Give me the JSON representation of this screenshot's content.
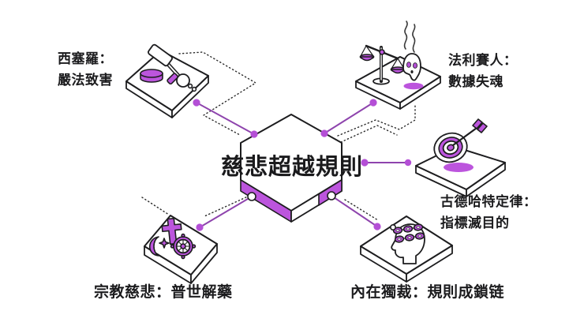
{
  "center": {
    "title": "慈悲超越規則"
  },
  "nodes": [
    {
      "id": "cicero",
      "icon": "gavel-icon",
      "lines": [
        "西塞羅：",
        "嚴法致害"
      ]
    },
    {
      "id": "pharisees",
      "icon": "scales-ghost-icon",
      "lines": [
        "法利賽人：",
        "數據失魂"
      ]
    },
    {
      "id": "goodhart",
      "icon": "dart-target-icon",
      "lines": [
        "古德哈特定律：",
        "指標滅目的"
      ]
    },
    {
      "id": "religion",
      "icon": "religions-icon",
      "lines": [
        "宗教慈悲：普世解藥"
      ]
    },
    {
      "id": "inner-dictator",
      "icon": "chained-mind-icon",
      "lines": [
        "內在獨裁：規則成鎖链"
      ]
    }
  ],
  "colors": {
    "accent": "#bc55dd",
    "connector_line": "#8e44ad",
    "dot": "#b44fd6",
    "outline": "#1d1d1f",
    "background": "#ffffff"
  }
}
